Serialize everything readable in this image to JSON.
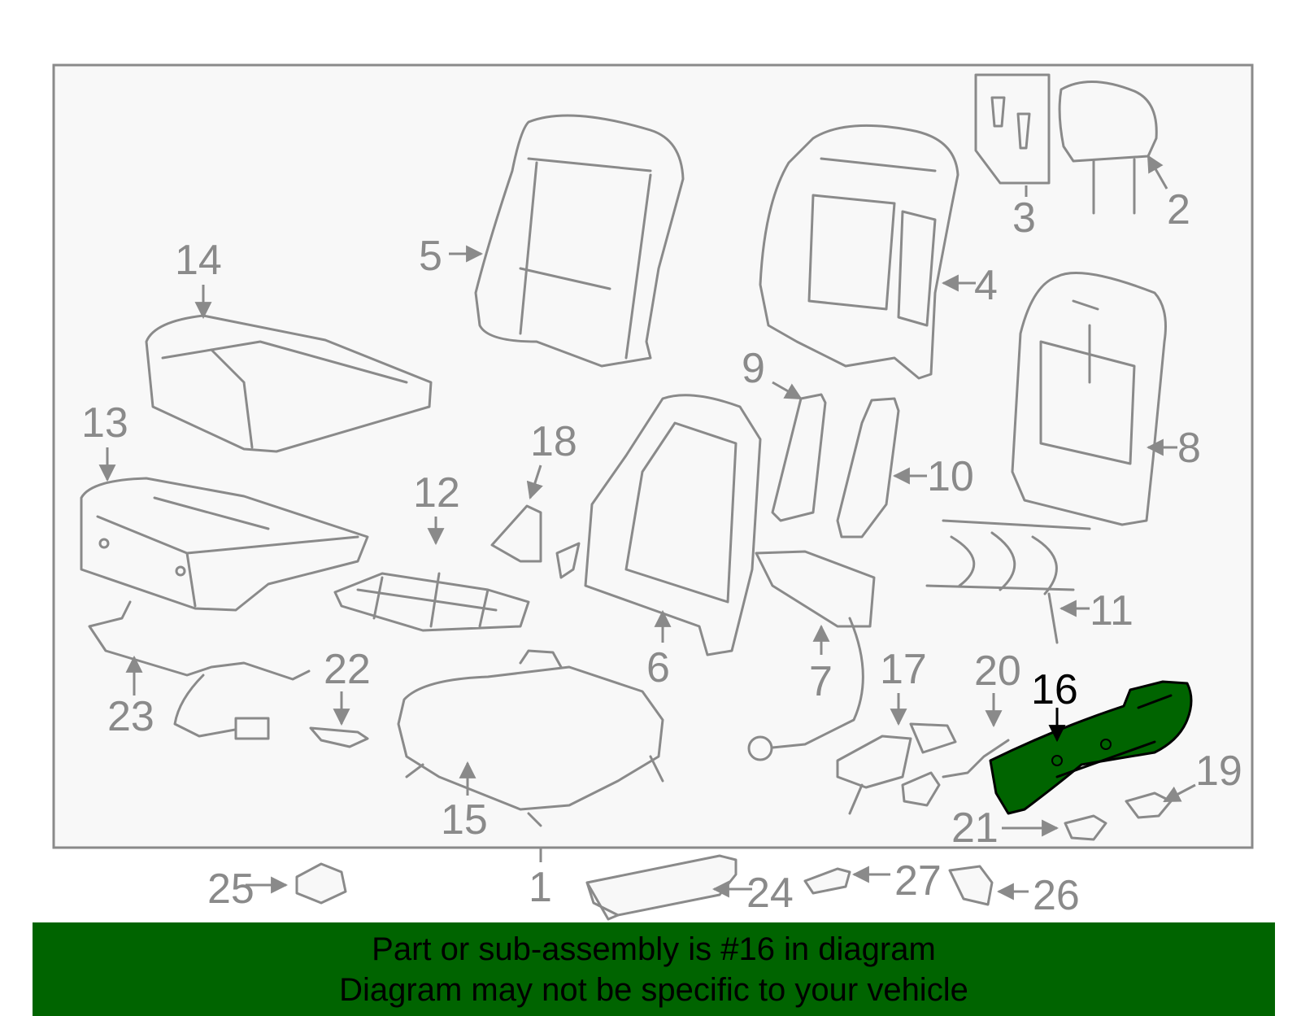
{
  "callouts": {
    "c1": "1",
    "c2": "2",
    "c3": "3",
    "c4": "4",
    "c5": "5",
    "c6": "6",
    "c7": "7",
    "c8": "8",
    "c9": "9",
    "c10": "10",
    "c11": "11",
    "c12": "12",
    "c13": "13",
    "c14": "14",
    "c15": "15",
    "c16": "16",
    "c17": "17",
    "c18": "18",
    "c19": "19",
    "c20": "20",
    "c21": "21",
    "c22": "22",
    "c23": "23",
    "c24": "24",
    "c25": "25",
    "c26": "26",
    "c27": "27"
  },
  "highlighted_part": "16",
  "colors": {
    "highlight": "#006400",
    "line": "#8a8a8a",
    "banner": "#006400"
  },
  "banner": {
    "line1": "Part or sub-assembly is #16 in diagram",
    "line2": "Diagram may not be specific to your vehicle"
  }
}
